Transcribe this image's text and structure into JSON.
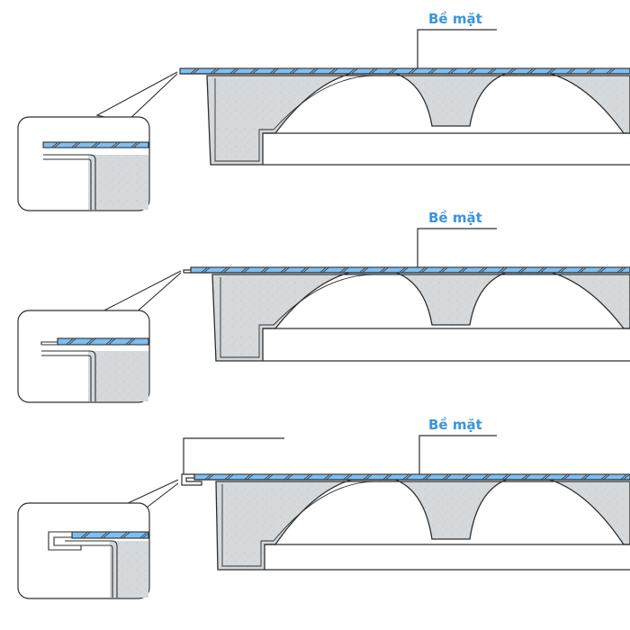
{
  "diagrams": [
    {
      "label": "Bề mặt",
      "edge_style": "flat",
      "has_upper_callout_line": false
    },
    {
      "label": "Bề mặt",
      "edge_style": "stepped",
      "has_upper_callout_line": false
    },
    {
      "label": "Bề mặt",
      "edge_style": "hemmed",
      "has_upper_callout_line": true
    }
  ],
  "colors": {
    "label": "#3a94e0",
    "surface_blue": "#7fbff0",
    "body_fill": "#d5d9dc",
    "body_stroke": "#2e2e2e",
    "line": "#2e2e2e",
    "hatch": "#3c4a58",
    "background": "#ffffff"
  }
}
